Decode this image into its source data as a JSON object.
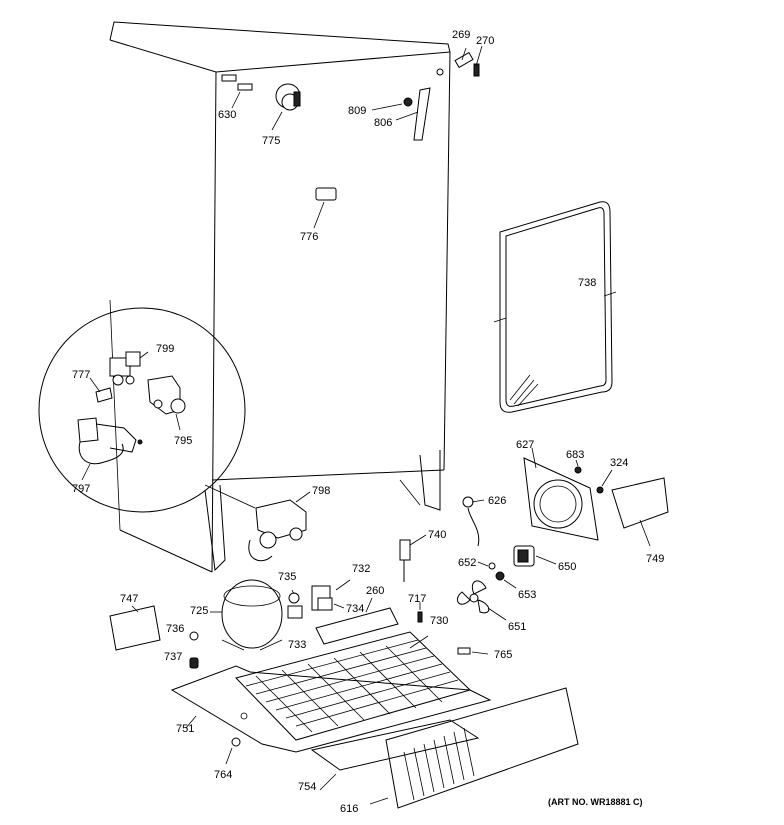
{
  "labels": {
    "p269": "269",
    "p270": "270",
    "p630": "630",
    "p775": "775",
    "p809": "809",
    "p806": "806",
    "p776": "776",
    "p738": "738",
    "p799": "799",
    "p777": "777",
    "p795": "795",
    "p797": "797",
    "p798": "798",
    "p627": "627",
    "p683": "683",
    "p324": "324",
    "p626": "626",
    "p740": "740",
    "p652": "652",
    "p650": "650",
    "p749": "749",
    "p653": "653",
    "p735": "735",
    "p732": "732",
    "p260": "260",
    "p717": "717",
    "p747": "747",
    "p725": "725",
    "p734": "734",
    "p736": "736",
    "p733": "733",
    "p730": "730",
    "p651": "651",
    "p737": "737",
    "p765": "765",
    "p751": "751",
    "p764": "764",
    "p754": "754",
    "p616": "616"
  },
  "art_number": "(ART NO. WR18881 C)"
}
